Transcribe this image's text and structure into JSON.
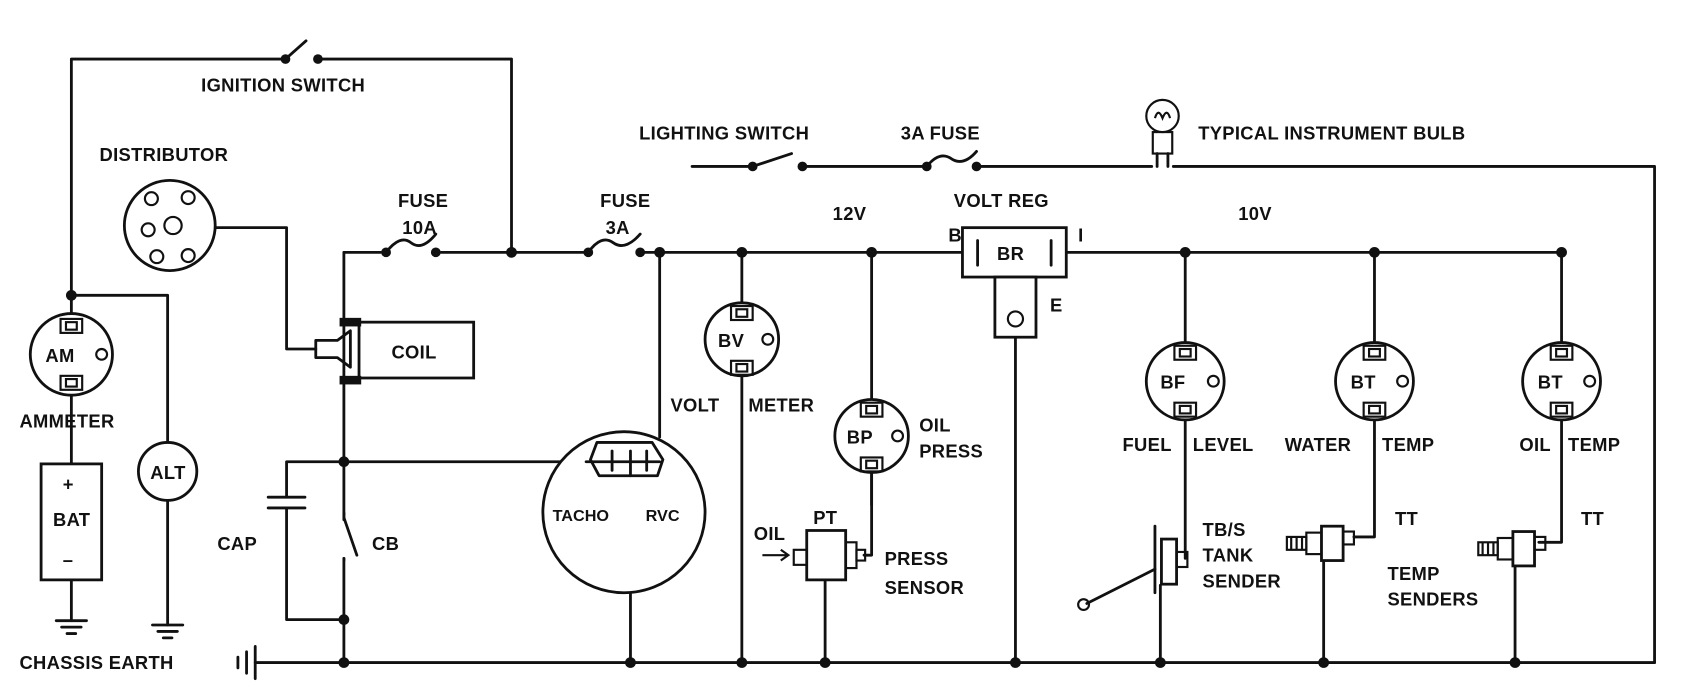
{
  "labels": {
    "ignition_switch": "IGNITION SWITCH",
    "distributor": "DISTRIBUTOR",
    "fuse_10a_top": "FUSE",
    "fuse_10a_bottom": "10A",
    "fuse_3a_top": "FUSE",
    "fuse_3a_bottom": "3A",
    "lighting_switch": "LIGHTING SWITCH",
    "fuse_3a_light": "3A FUSE",
    "typical_bulb": "TYPICAL INSTRUMENT BULB",
    "volt_reg": "VOLT REG",
    "v12": "12V",
    "v10": "10V",
    "reg_b": "B",
    "reg_i": "I",
    "reg_e": "E",
    "reg_br": "BR",
    "coil": "COIL",
    "cap": "CAP",
    "cb": "CB",
    "ammeter": "AMMETER",
    "am": "AM",
    "alt": "ALT",
    "bat_plus": "+",
    "bat": "BAT",
    "bat_minus": "–",
    "tacho": "TACHO",
    "rvc": "RVC",
    "bv": "BV",
    "volt_meter_1": "VOLT",
    "volt_meter_2": "METER",
    "bp": "BP",
    "oil_press_1": "OIL",
    "oil_press_2": "PRESS",
    "oil_in": "OIL",
    "pt": "PT",
    "press_sensor_1": "PRESS",
    "press_sensor_2": "SENSOR",
    "bf": "BF",
    "fuel_level_1": "FUEL",
    "fuel_level_2": "LEVEL",
    "bt_water": "BT",
    "water_temp_1": "WATER",
    "water_temp_2": "TEMP",
    "bt_oil": "BT",
    "oil_temp_1": "OIL",
    "oil_temp_2": "TEMP",
    "tank_sender_1": "TB/S",
    "tank_sender_2": "TANK",
    "tank_sender_3": "SENDER",
    "tt_1": "TT",
    "tt_2": "TT",
    "temp_senders_1": "TEMP",
    "temp_senders_2": "SENDERS",
    "chassis_earth": "CHASSIS  EARTH"
  }
}
